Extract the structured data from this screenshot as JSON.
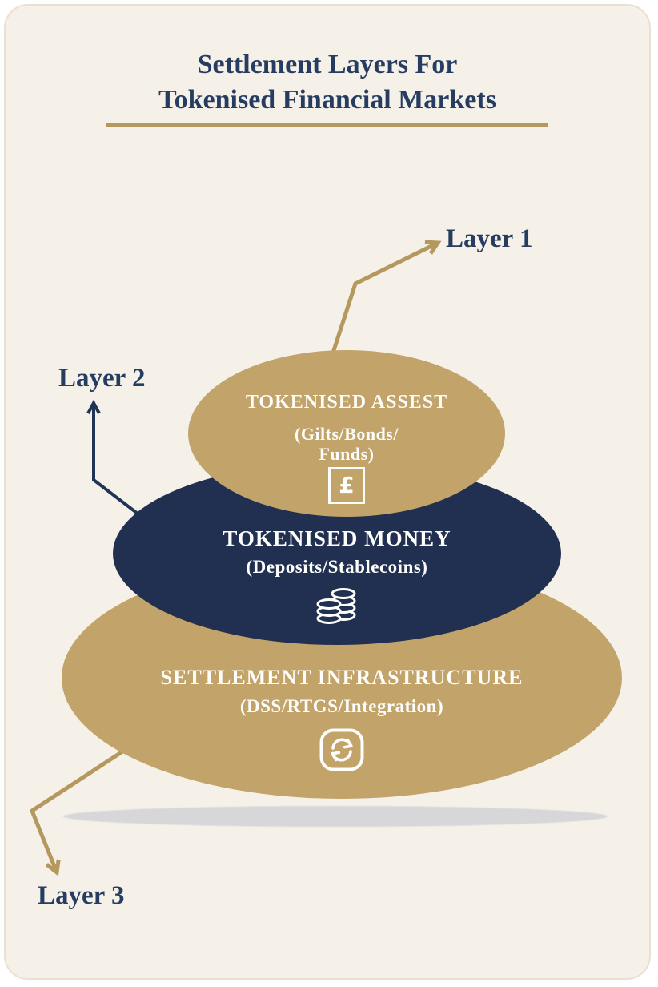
{
  "title": {
    "line1": "Settlement Layers For",
    "line2": "Tokenised Financial Markets"
  },
  "layer_labels": {
    "layer1": "Layer 1",
    "layer2": "Layer 2",
    "layer3": "Layer 3"
  },
  "ellipses": {
    "tokenised_assets": {
      "heading": "TOKENISED ASSEST",
      "sub_line1": "(Gilts/Bonds/",
      "sub_line2": "Funds)",
      "icon": "pound-sterling-icon",
      "icon_glyph": "£"
    },
    "tokenised_money": {
      "heading": "TOKENISED MONEY",
      "sub": "(Deposits/Stablecoins)",
      "icon": "coins-icon"
    },
    "settlement_infrastructure": {
      "heading": "SETTLEMENT INFRASTRUCTURE",
      "sub": "(DSS/RTGS/Integration)",
      "icon": "sync-icon"
    }
  },
  "colors": {
    "gold": "#c2a369",
    "gold_line": "#b5985e",
    "navy": "#212f50",
    "navy_line": "#1f3456",
    "title_navy": "#263d61",
    "cream": "#f5f0e8",
    "white_text": "#fdfdfb",
    "shadow": "#d7d7d9",
    "card_border": "#e9e0d2"
  }
}
